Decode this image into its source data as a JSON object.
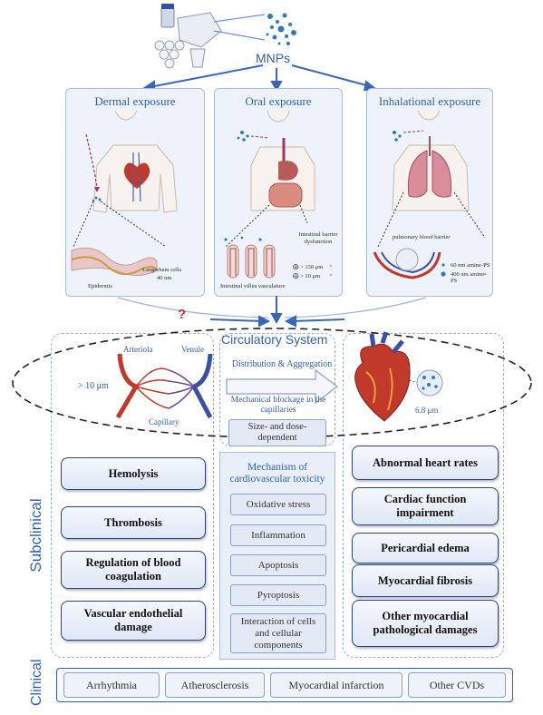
{
  "source": {
    "label": "MNPs"
  },
  "exposures": [
    {
      "title": "Dermal  exposure",
      "notes": {
        "langerhans": "Langerham cells",
        "size": "40 nm",
        "epidermis": "Epidermis"
      }
    },
    {
      "title": "Oral  exposure",
      "notes": {
        "barrier": "Intestinal barrier dysfunction",
        "size1": "⨁ > 150 μm",
        "size2": "⨁ > 10 μm",
        "mark": "×",
        "villus": "Intestinal villus vasculature"
      }
    },
    {
      "title": "Inhalational  exposure",
      "notes": {
        "barrier": "pulmonary blood barrier",
        "np1": "60 nm amine-PS",
        "np2": "400 nm amine-PS",
        "check": "√",
        "mark": "×"
      }
    }
  ],
  "question_mark": "?",
  "circulatory": {
    "title": "Circulatory System",
    "arteriola": "Arteriola",
    "venule": "Venule",
    "capillary": "Capillary",
    "size_left": "> 10 μm",
    "distribution": "Distribution & Aggregation",
    "blockage": "Mechanical blockage in the capillaries",
    "size_dose": "Size- and dose-dependent",
    "size_right": "6.8 μm"
  },
  "subclinical": {
    "label": "Subclinical",
    "left": [
      "Hemolysis",
      "Thrombosis",
      "Regulation of blood coagulation",
      "Vascular endothelial damage"
    ],
    "mechanism_title": "Mechanism of cardiovascular toxicity",
    "mechanisms": [
      "Oxidative stress",
      "Inflammation",
      "Apoptosis",
      "Pyroptosis",
      "Interaction of cells and cellular components"
    ],
    "right": [
      "Abnormal heart rates",
      "Cardiac function impairment",
      "Pericardial edema",
      "Myocardial fibrosis",
      "Other myocardial pathological damages"
    ]
  },
  "clinical": {
    "label": "Clinical",
    "items": [
      "Arrhythmia",
      "Atherosclerosis",
      "Myocardial infarction",
      "Other CVDs"
    ]
  },
  "colors": {
    "accent": "#2f5fb3",
    "panel": "#eef3fb",
    "box_border": "#2c4478",
    "artery": "#c0392b",
    "vein": "#3b4fa8"
  }
}
